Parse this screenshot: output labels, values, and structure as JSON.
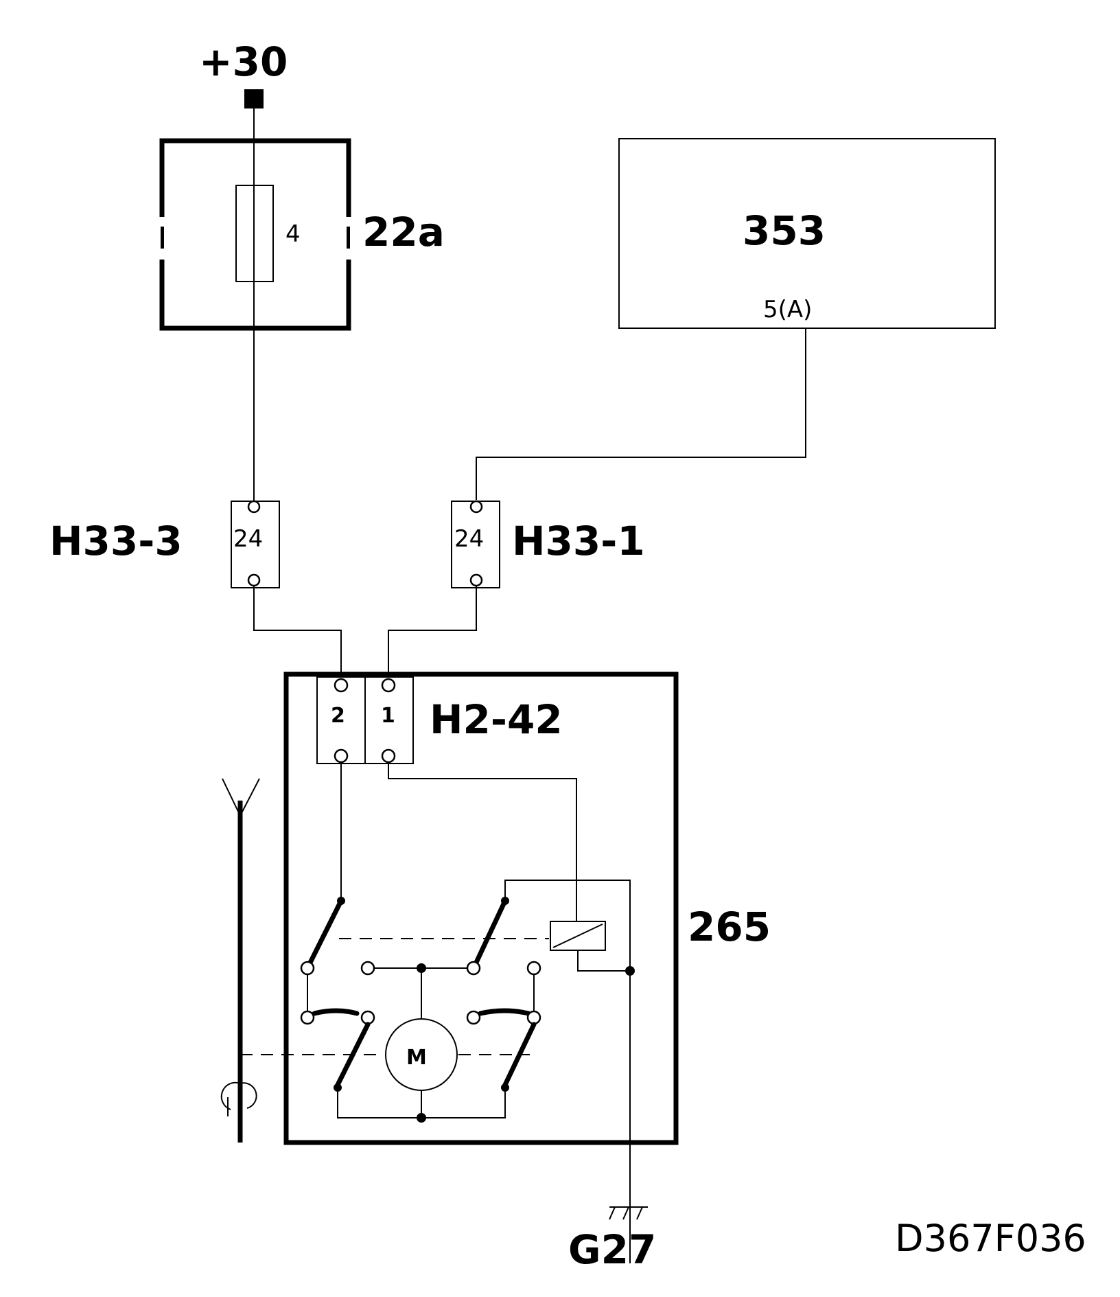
{
  "labels": {
    "supply": "+30",
    "fuse_number": "4",
    "fuse_box": "22a",
    "module": "353",
    "module_pin": "5(A)",
    "connector_left": "H33-3",
    "connector_left_pin": "24",
    "connector_right": "H33-1",
    "connector_right_pin": "24",
    "motor_connector": "H2-42",
    "motor_pin_2": "2",
    "motor_pin_1": "1",
    "unit": "265",
    "motor": "M",
    "ground": "G27",
    "drawing_code": "D367F036"
  }
}
